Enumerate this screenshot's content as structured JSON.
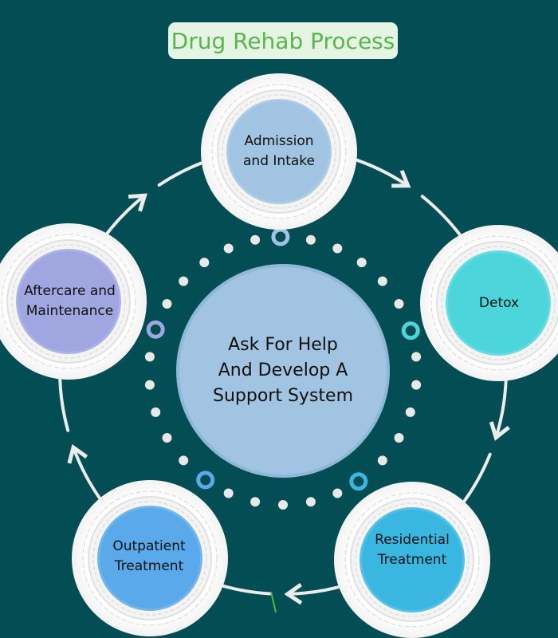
{
  "title": "Drug Rehab Process",
  "center": {
    "label": "Ask For Help\nAnd Develop A\nSupport System",
    "color": "#a0c4e1"
  },
  "colors": {
    "background": "#034e55",
    "title_bg": "#e6f4e4",
    "title_text": "#58b64f",
    "dots": "#e8e8e8",
    "arrows": "#ececec"
  },
  "steps": [
    {
      "id": "admission",
      "label": "Admission\nand Intake",
      "color": "#a0c4e1"
    },
    {
      "id": "detox",
      "label": "Detox",
      "color": "#4cd6dc"
    },
    {
      "id": "residential",
      "label": "Residential\nTreatment",
      "color": "#39b7e0"
    },
    {
      "id": "outpatient",
      "label": "Outpatient\nTreatment",
      "color": "#5aa9ea"
    },
    {
      "id": "aftercare",
      "label": "Aftercare and\nMaintenance",
      "color": "#a0a6e0"
    }
  ]
}
